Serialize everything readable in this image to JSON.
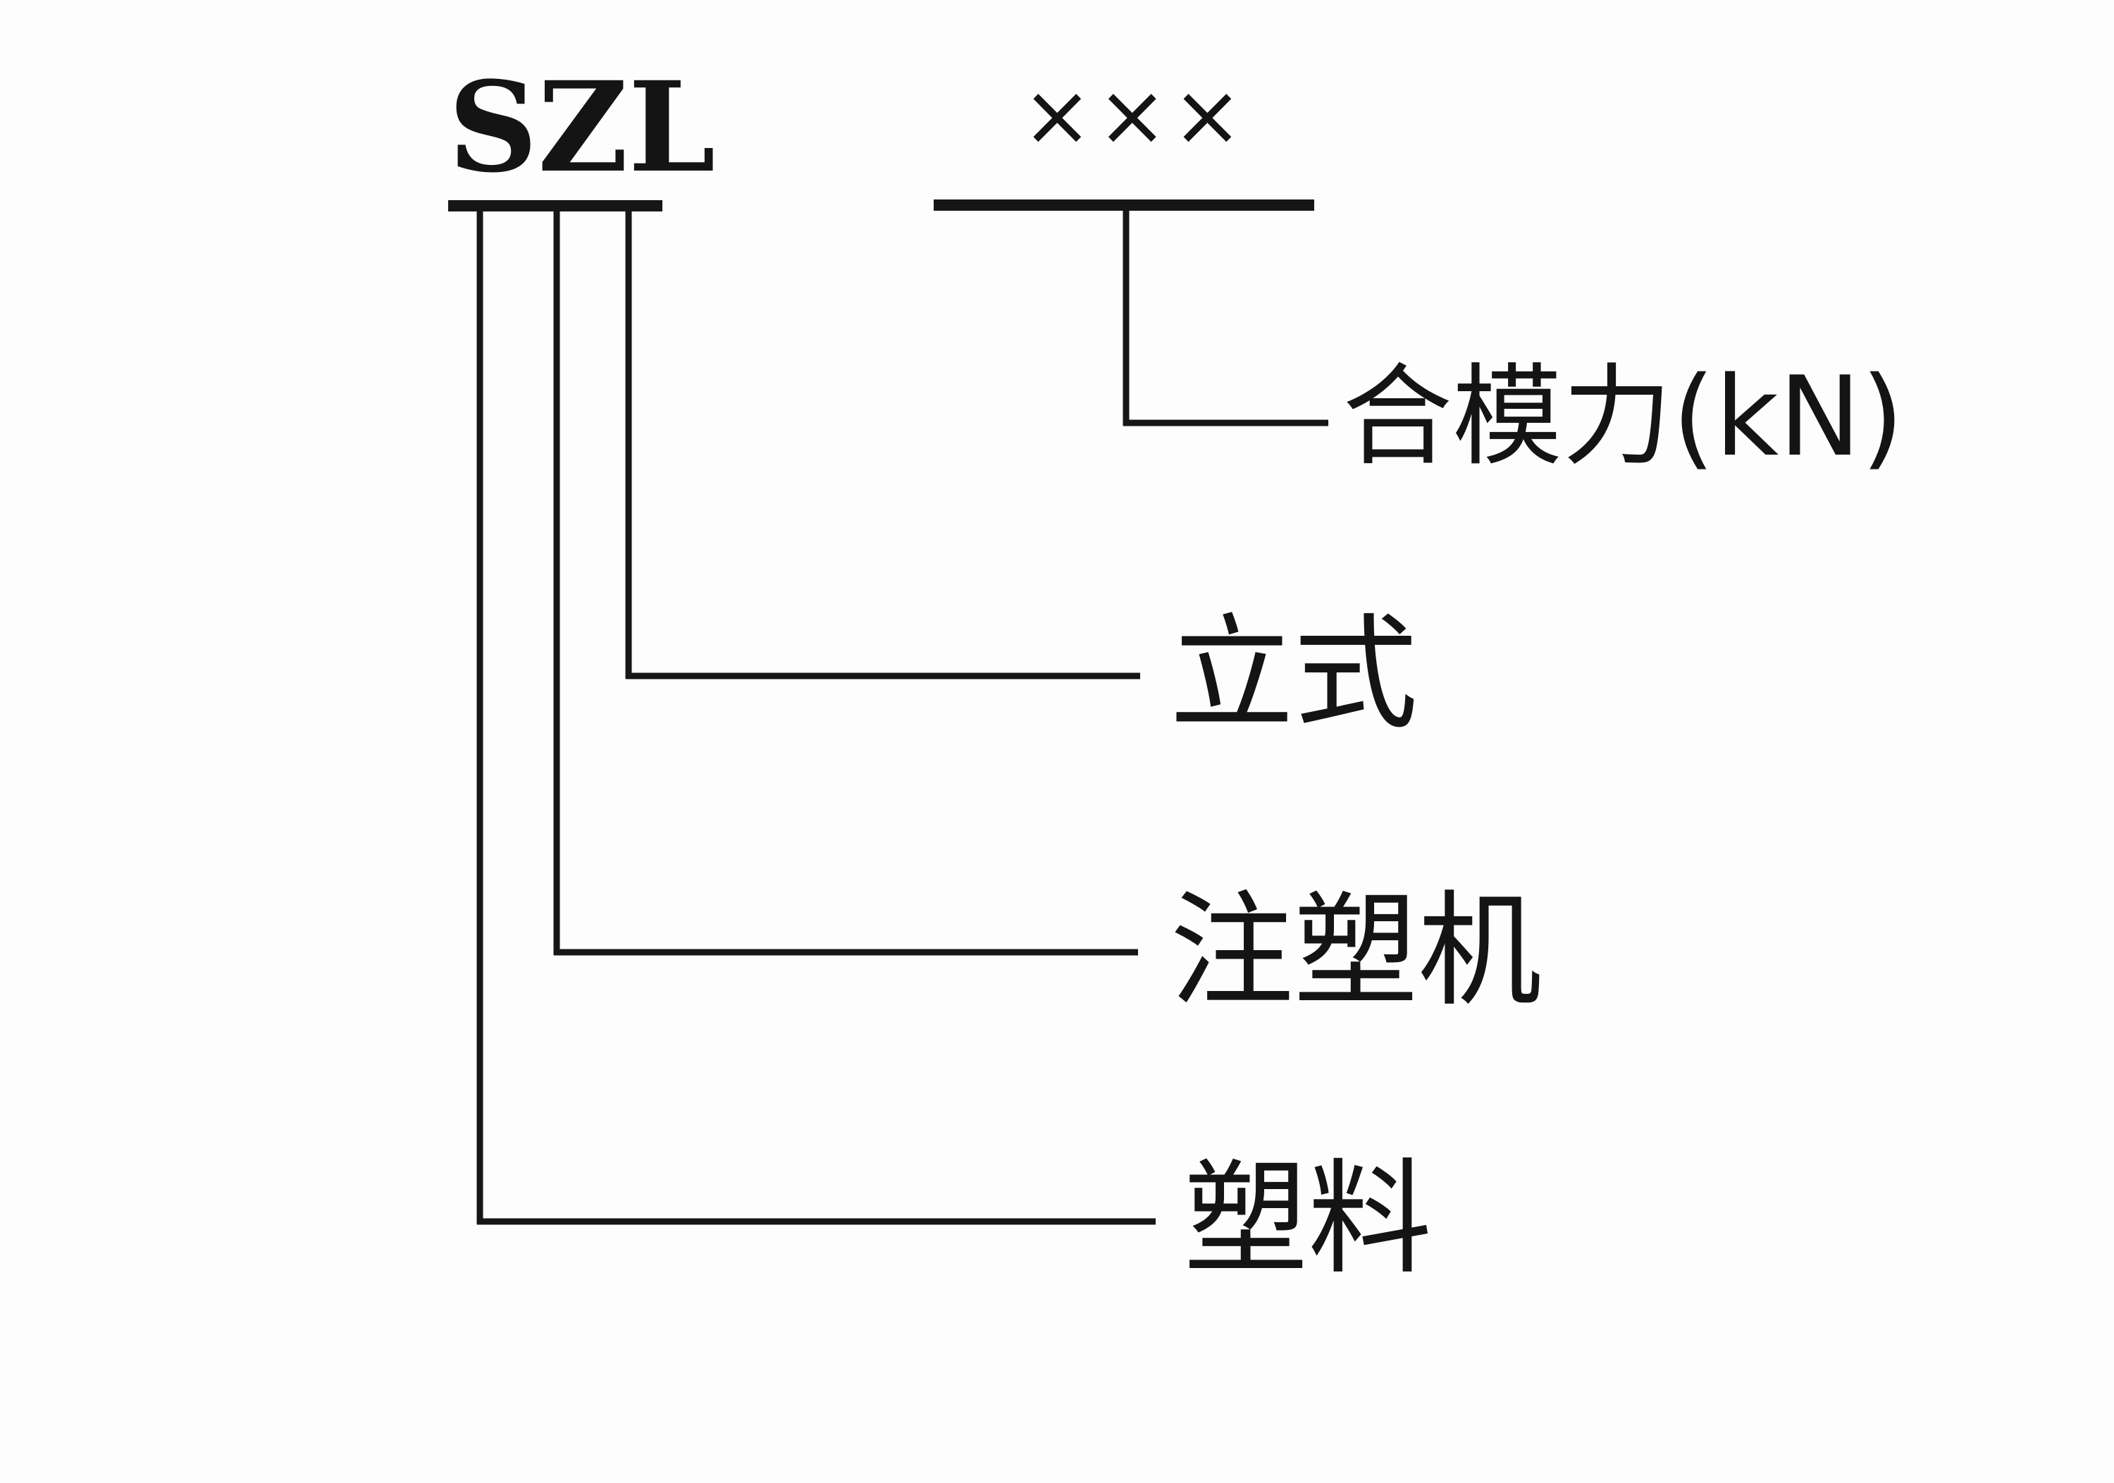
{
  "diagram": {
    "model_code": "SZL",
    "value_placeholder": "×××",
    "labels": {
      "clamping_force": "合模力(kN)",
      "vertical": "立式",
      "injection_machine": "注塑机",
      "plastic": "塑料"
    },
    "colors": {
      "ink": "#141414",
      "background": "#fdfdfd"
    }
  }
}
